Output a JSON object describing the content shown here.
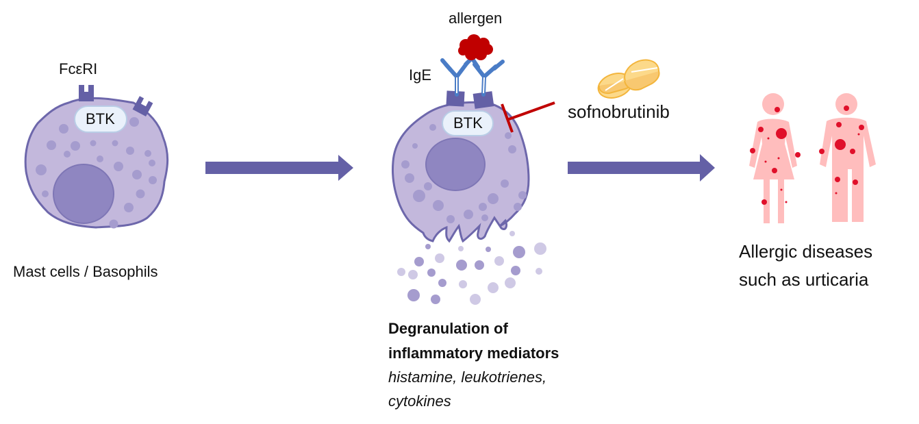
{
  "colors": {
    "cell_fill": "#c3b8dc",
    "cell_stroke": "#6d67ab",
    "nucleus": "#8f86c1",
    "granule": "#a59cce",
    "granule_light": "#cfc9e5",
    "receptor": "#6460a6",
    "btk_fill": "#eaf1fb",
    "btk_stroke": "#b9cde6",
    "ige": "#4a7cc6",
    "allergen": "#c00000",
    "inhibitor": "#c00000",
    "arrow": "#6460a6",
    "pill": "#fcd98a",
    "pill_stroke": "#f3b53c",
    "body": "#ffbdbd",
    "rash": "#e0102a"
  },
  "left_cell": {
    "receptor_label": "FcεRI",
    "btk_label": "BTK",
    "caption": "Mast cells / Basophils"
  },
  "middle_cell": {
    "allergen_label": "allergen",
    "ige_label": "IgE",
    "btk_label": "BTK",
    "caption_title_line1": "Degranulation of",
    "caption_title_line2": "inflammatory mediators",
    "caption_sub_line1": "histamine, leukotrienes,",
    "caption_sub_line2": "cytokines"
  },
  "drug": {
    "name": "sofnobrutinib",
    "icon": "pill-icon"
  },
  "outcome": {
    "line1": "Allergic diseases",
    "line2": "such as urticaria",
    "icon": "people-with-rash-icon"
  }
}
